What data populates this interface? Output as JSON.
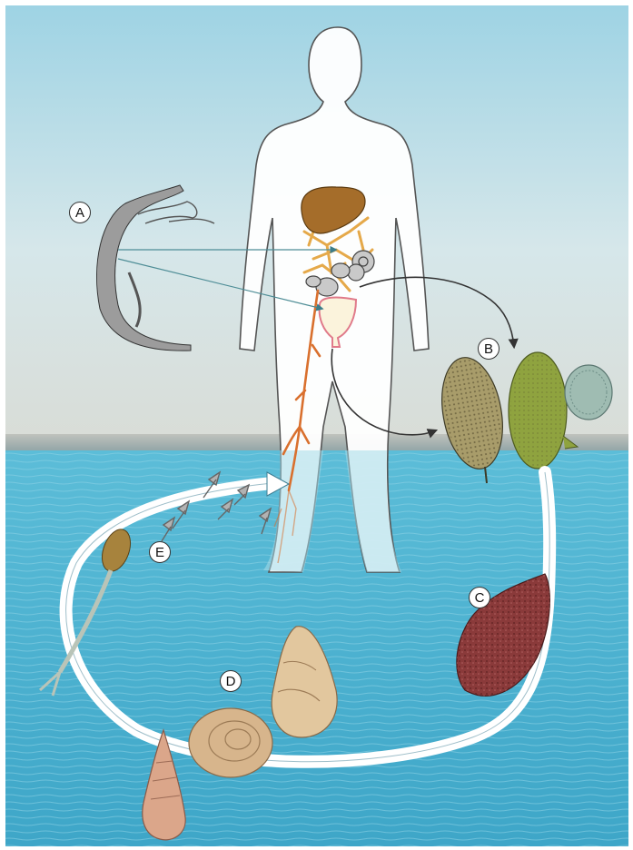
{
  "labels": {
    "a": "A",
    "b": "B",
    "c": "C",
    "d": "D",
    "e": "E"
  },
  "colors": {
    "sky_top": "#a9d8e6",
    "sky_bottom": "#e8ebe3",
    "water": "#4ab0cf",
    "body_outline": "#555555",
    "vein": "#d9702e",
    "liver": "#a56d2a",
    "egg_green": "#8fa33f",
    "sporocyst": "#8a3a3a",
    "snail": "#d7b58c"
  }
}
